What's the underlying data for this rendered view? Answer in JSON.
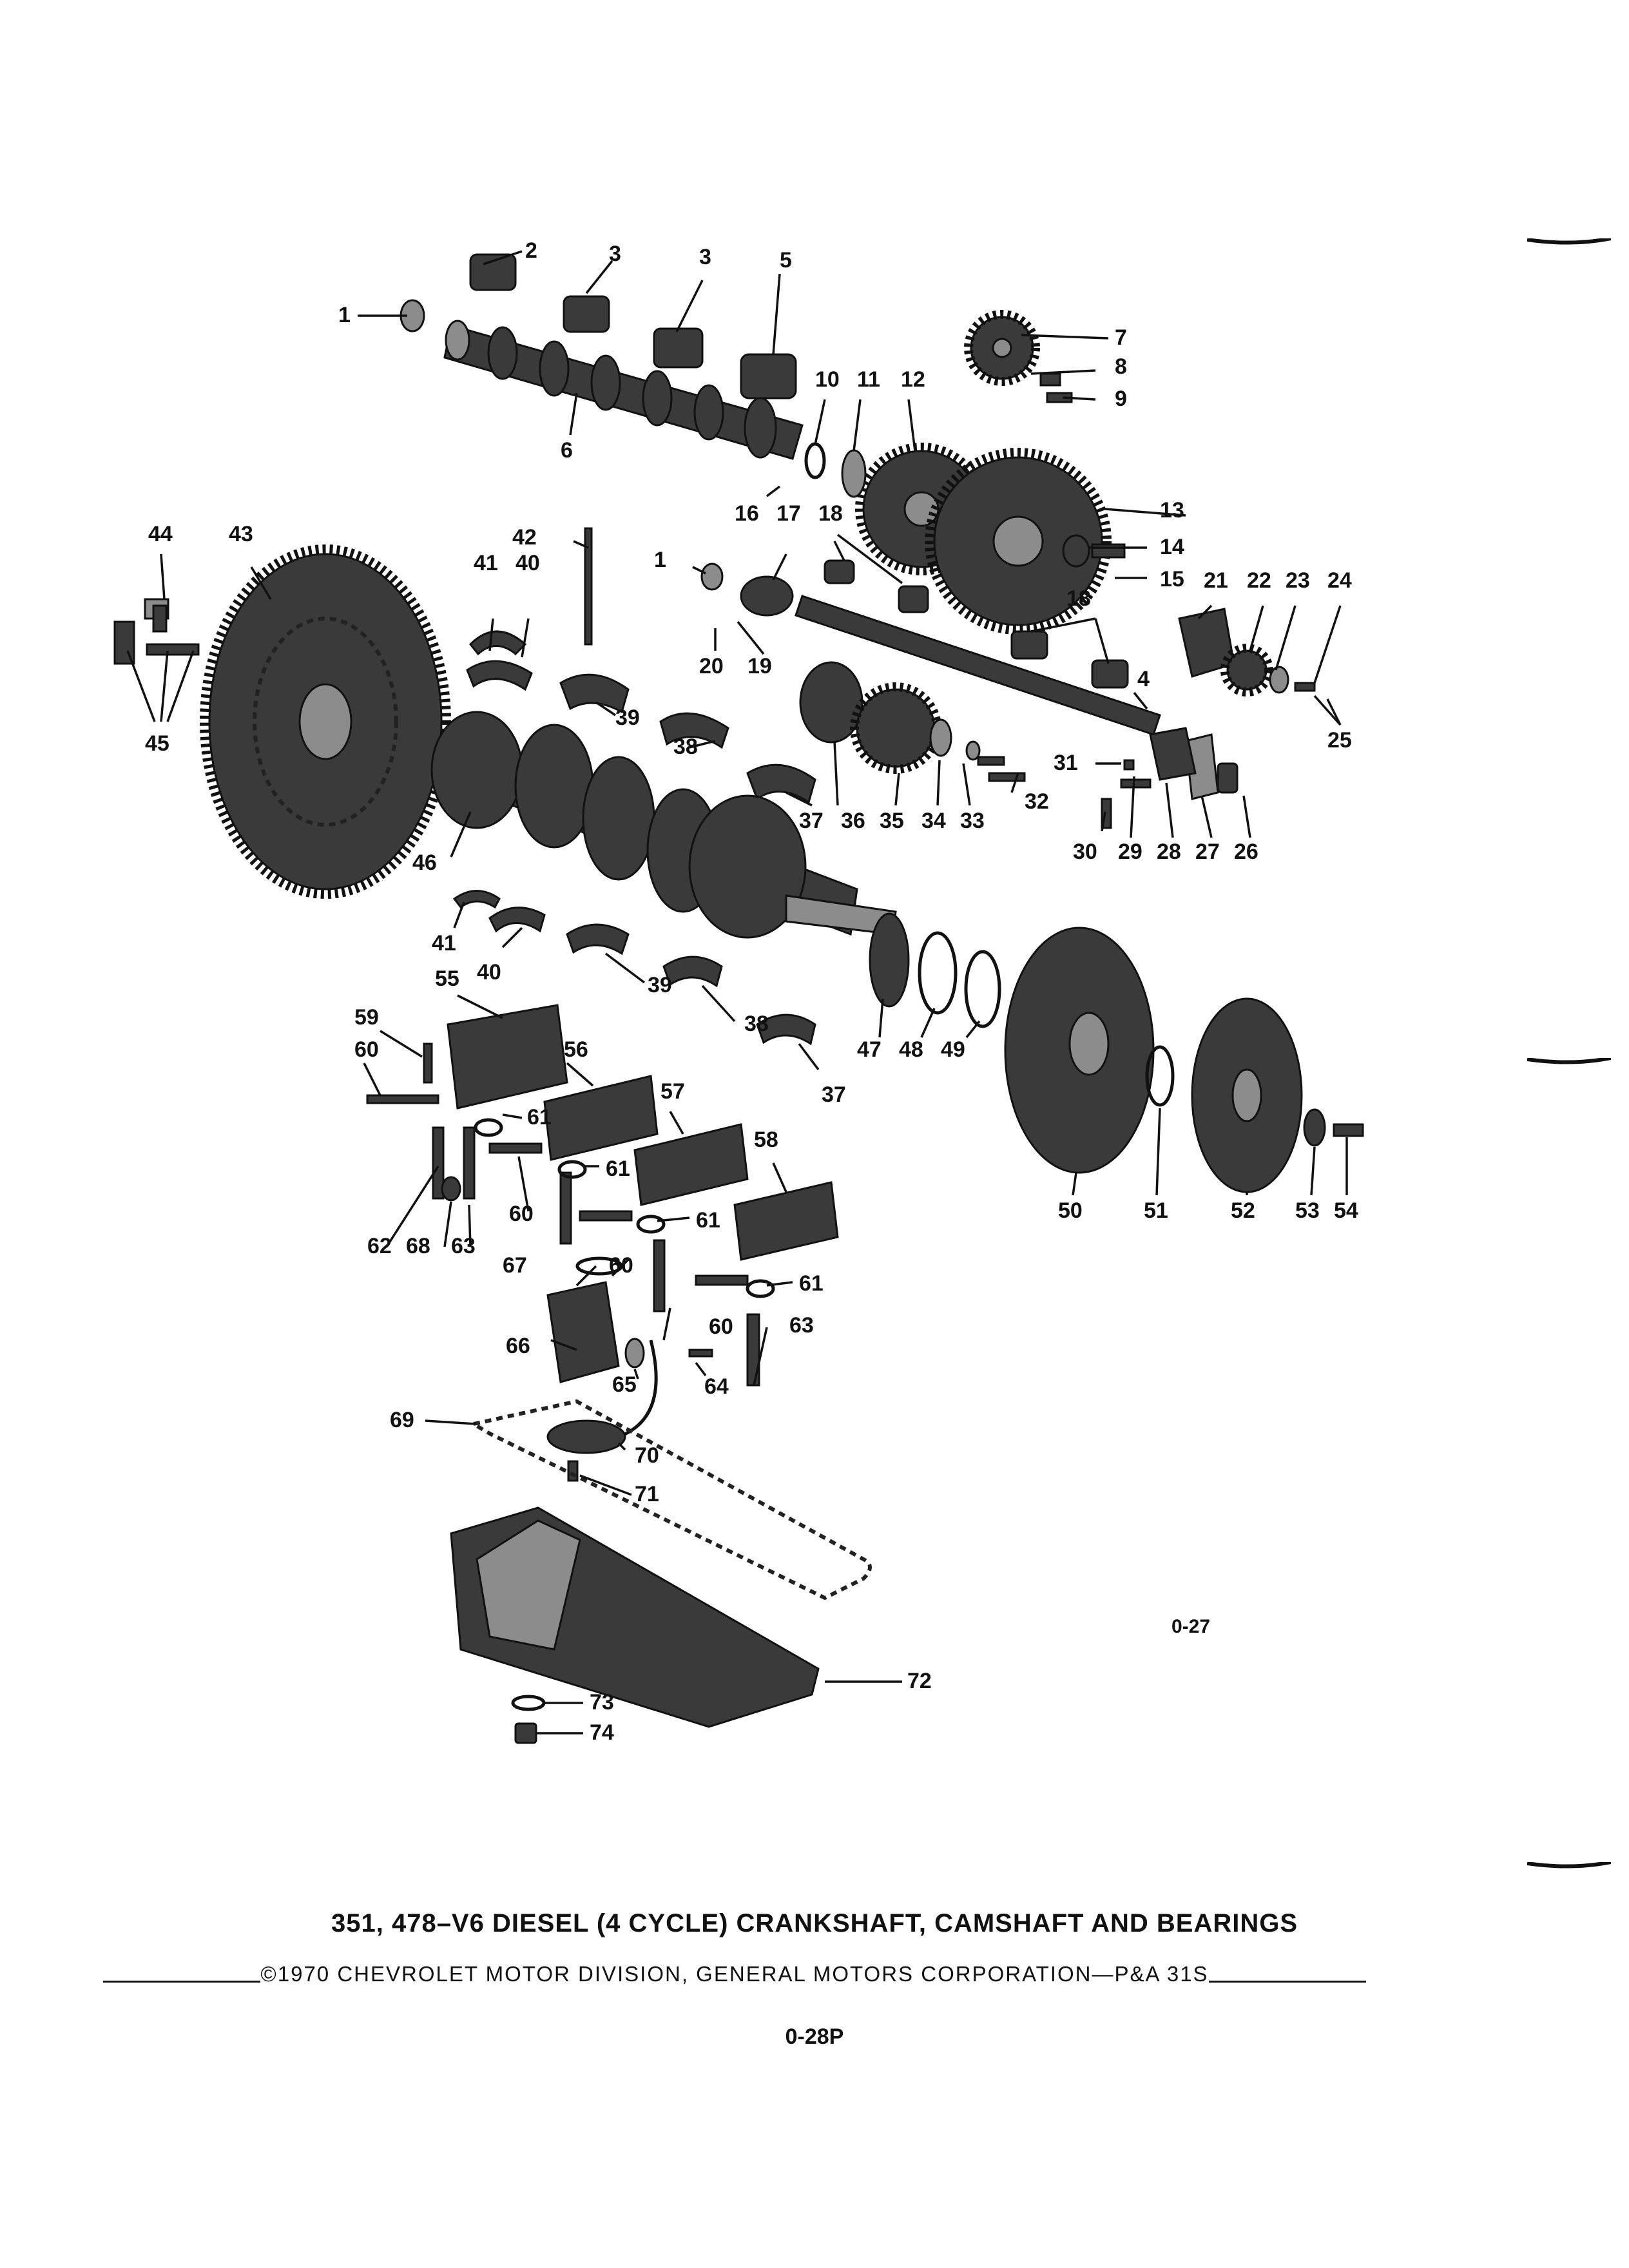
{
  "diagram": {
    "figure_code": "0-27",
    "callouts": [
      "1",
      "2",
      "3",
      "3",
      "5",
      "6",
      "7",
      "8",
      "9",
      "10",
      "11",
      "12",
      "13",
      "14",
      "15",
      "16",
      "17",
      "18",
      "1",
      "18",
      "21",
      "22",
      "23",
      "24",
      "4",
      "25",
      "20",
      "19",
      "31",
      "32",
      "30",
      "29",
      "28",
      "27",
      "26",
      "36",
      "35",
      "34",
      "33",
      "37",
      "38",
      "39",
      "40",
      "41",
      "42",
      "43",
      "44",
      "45",
      "46",
      "41",
      "40",
      "39",
      "38",
      "37",
      "47",
      "48",
      "49",
      "50",
      "51",
      "52",
      "53",
      "54",
      "55",
      "56",
      "57",
      "58",
      "59",
      "60",
      "61",
      "61",
      "61",
      "61",
      "62",
      "68",
      "63",
      "60",
      "67",
      "60",
      "60",
      "63",
      "66",
      "65",
      "64",
      "69",
      "70",
      "71",
      "72",
      "73",
      "74"
    ]
  },
  "caption": {
    "title": "351, 478–V6 DIESEL (4 CYCLE) CRANKSHAFT, CAMSHAFT AND BEARINGS",
    "credit": "©1970 CHEVROLET MOTOR DIVISION, GENERAL MOTORS CORPORATION—P&A 31S",
    "page_number": "0-28P"
  }
}
